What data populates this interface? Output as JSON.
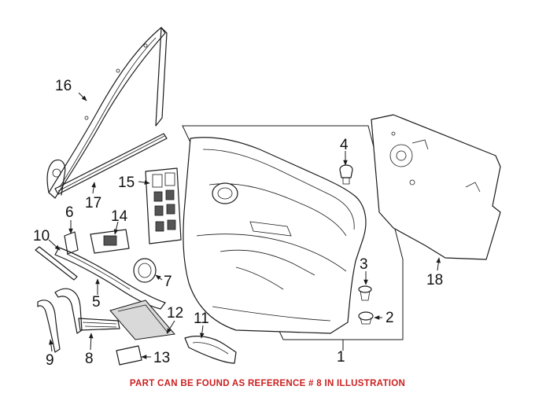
{
  "footer_note": "PART CAN BE FOUND AS REFERENCE # 8 IN ILLUSTRATION",
  "colors": {
    "line": "#1a1a1a",
    "footer": "#cc1f1f",
    "background": "#ffffff"
  },
  "callouts": [
    "1",
    "2",
    "3",
    "4",
    "5",
    "6",
    "7",
    "8",
    "9",
    "10",
    "11",
    "12",
    "13",
    "14",
    "15",
    "16",
    "17",
    "18"
  ]
}
